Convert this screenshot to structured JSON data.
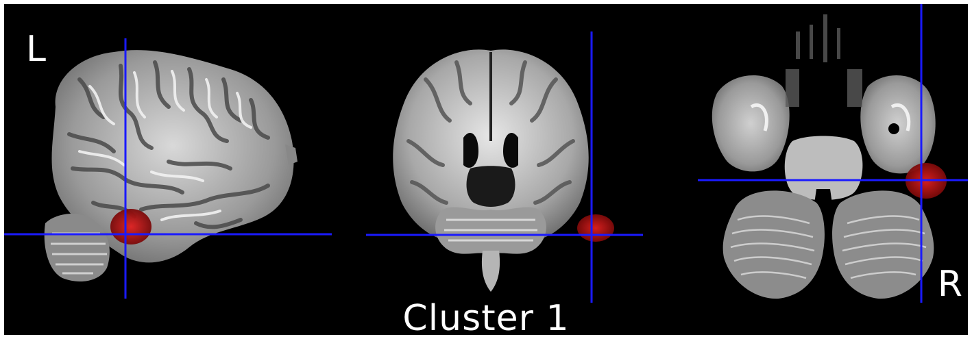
{
  "figure": {
    "caption": "Cluster 1",
    "left_label": "L",
    "right_label": "R"
  },
  "views": [
    {
      "name": "sagittal",
      "crosshair_color": "#1a1aff",
      "activation_color": "#c81e1e"
    },
    {
      "name": "coronal",
      "crosshair_color": "#1a1aff",
      "activation_color": "#c81e1e"
    },
    {
      "name": "axial",
      "crosshair_color": "#1a1aff",
      "activation_color": "#c81e1e"
    }
  ]
}
